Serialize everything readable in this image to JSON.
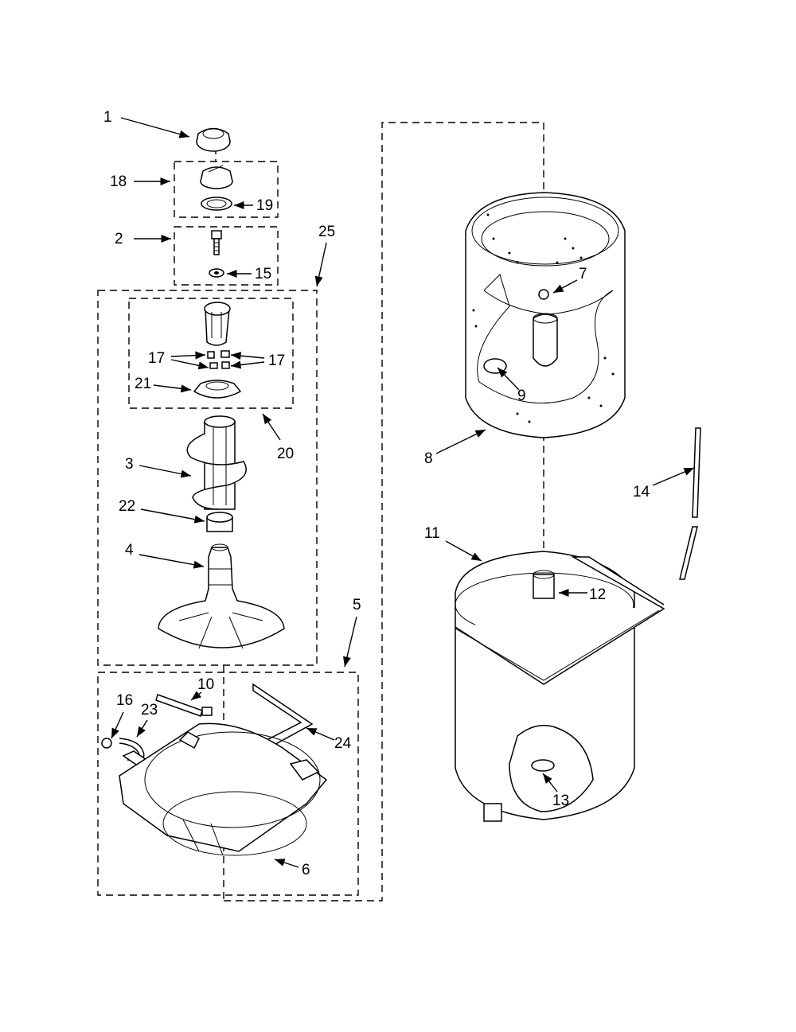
{
  "callouts": {
    "c1": "1",
    "c2": "2",
    "c3": "3",
    "c4": "4",
    "c5": "5",
    "c6": "6",
    "c7": "7",
    "c8": "8",
    "c9": "9",
    "c10": "10",
    "c11": "11",
    "c12": "12",
    "c13": "13",
    "c14": "14",
    "c15": "15",
    "c16": "16",
    "c17a": "17",
    "c17b": "17",
    "c18": "18",
    "c19": "19",
    "c20": "20",
    "c21": "21",
    "c22": "22",
    "c23": "23",
    "c24": "24",
    "c25": "25"
  }
}
